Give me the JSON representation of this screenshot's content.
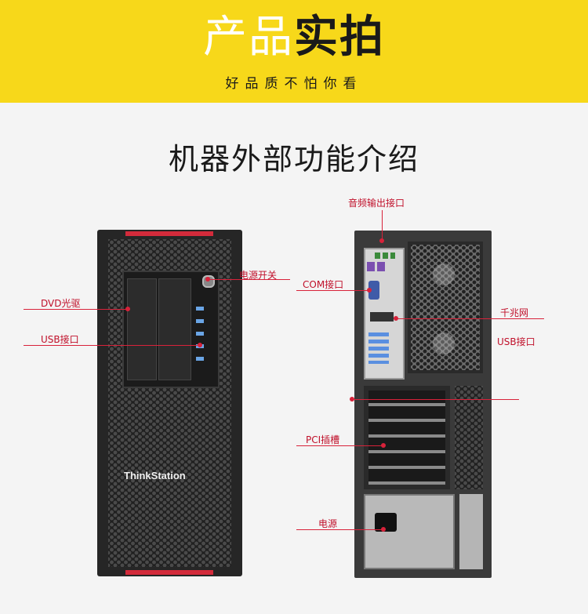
{
  "banner": {
    "title_light": "产品",
    "title_bold": "实拍",
    "subtitle": "好品质不怕你看"
  },
  "section": {
    "title": "机器外部功能介绍"
  },
  "front": {
    "brand": "ThinkStation",
    "labels": {
      "power_switch": "电源开关",
      "dvd_drive": "DVD光驱",
      "usb_port": "USB接口"
    }
  },
  "rear": {
    "labels": {
      "audio_out": "音频输出接口",
      "com_port": "COM接口",
      "gigabit_lan": "千兆网",
      "usb_port": "USB接口",
      "pci_slots": "PCI插槽",
      "power": "电源"
    }
  },
  "colors": {
    "banner": "#f7d81a",
    "accent": "#d8223a"
  }
}
